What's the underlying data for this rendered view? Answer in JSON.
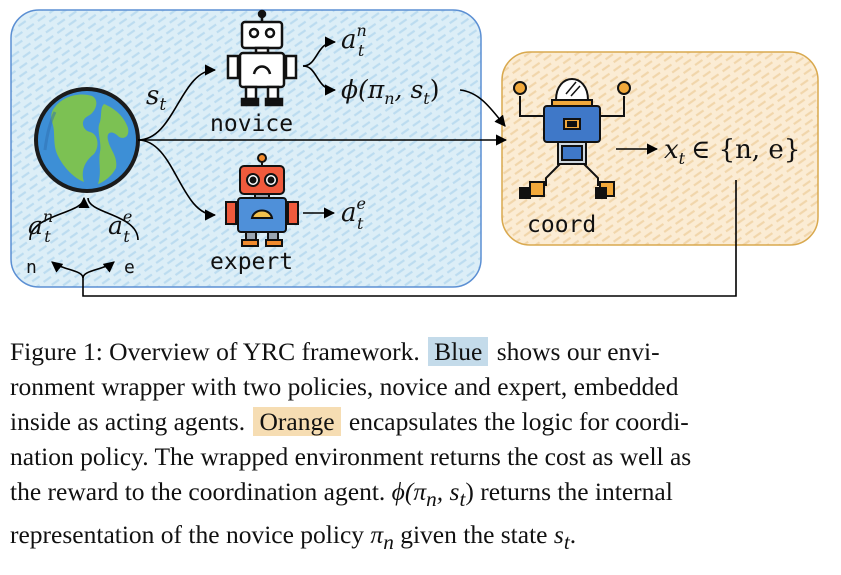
{
  "figure": {
    "env_box_color": "#dceef7",
    "coord_box_color": "#fbecd4",
    "labels": {
      "state": "s",
      "state_sub": "t",
      "novice": "novice",
      "expert": "expert",
      "coord": "coord",
      "novice_action": "a",
      "novice_action_sup": "n",
      "novice_action_sub": "t",
      "phi": "ϕ(π",
      "phi_sub_n": "n",
      "phi_rest": ", s",
      "phi_sub_t": "t",
      "phi_close": ")",
      "expert_action": "a",
      "expert_action_sup": "e",
      "expert_action_sub": "t",
      "output_x": "x",
      "output_sub": "t",
      "output_set": "∈ {n, e}",
      "loop_n": "n",
      "loop_e": "e",
      "env_in_n_sup": "n",
      "env_in_e_sup": "e"
    }
  },
  "caption": {
    "line1_a": "Figure 1: Overview of YRC framework.",
    "blue_word": "Blue",
    "line1_b": "shows our envi-",
    "line2": "ronment wrapper with two policies, novice and expert, embedded",
    "line3_a": "inside as acting agents.",
    "orange_word": "Orange",
    "line3_b": "encapsulates the logic for coordi-",
    "line4": "nation policy. The wrapped environment returns the cost as well as",
    "line5_a": "the reward to the coordination agent.",
    "line5_phi": "ϕ(π",
    "line5_n": "n",
    "line5_mid": ", s",
    "line5_t": "t",
    "line5_b": ") returns the internal",
    "line6_a": "representation of the novice policy",
    "line6_pi": "π",
    "line6_n": "n",
    "line6_b": "given the state",
    "line6_s": "s",
    "line6_t": "t",
    "line6_end": "."
  }
}
